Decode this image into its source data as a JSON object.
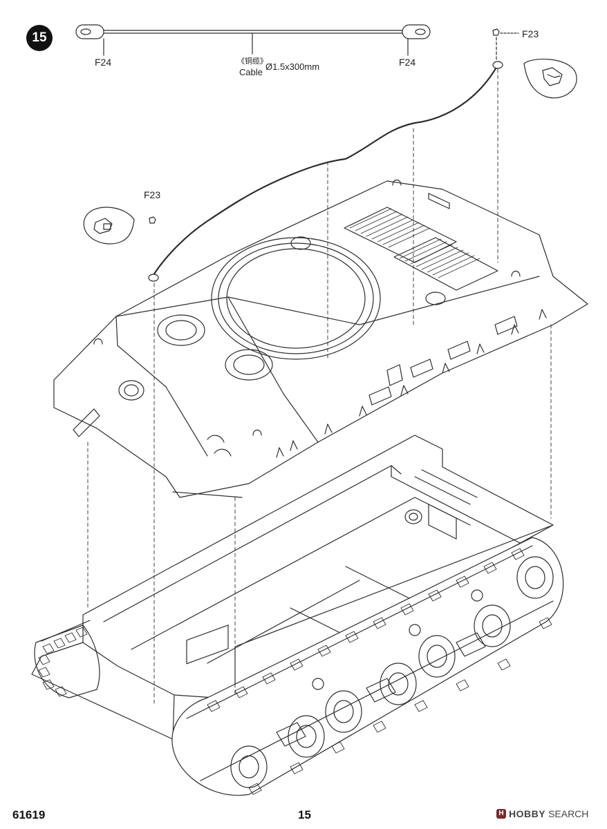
{
  "step": {
    "number": "15"
  },
  "parts": {
    "f24_left": "F24",
    "f24_right": "F24",
    "f23_top": "F23",
    "f23_left": "F23"
  },
  "cable": {
    "label_cn": "《铜缆》",
    "label_en": "Cable",
    "spec": "Ø1.5x300mm"
  },
  "footer": {
    "kit_code": "61619",
    "page_number": "15",
    "watermark_brand": "HOBBY",
    "watermark_suffix": "SEARCH",
    "watermark_mark": "H"
  }
}
